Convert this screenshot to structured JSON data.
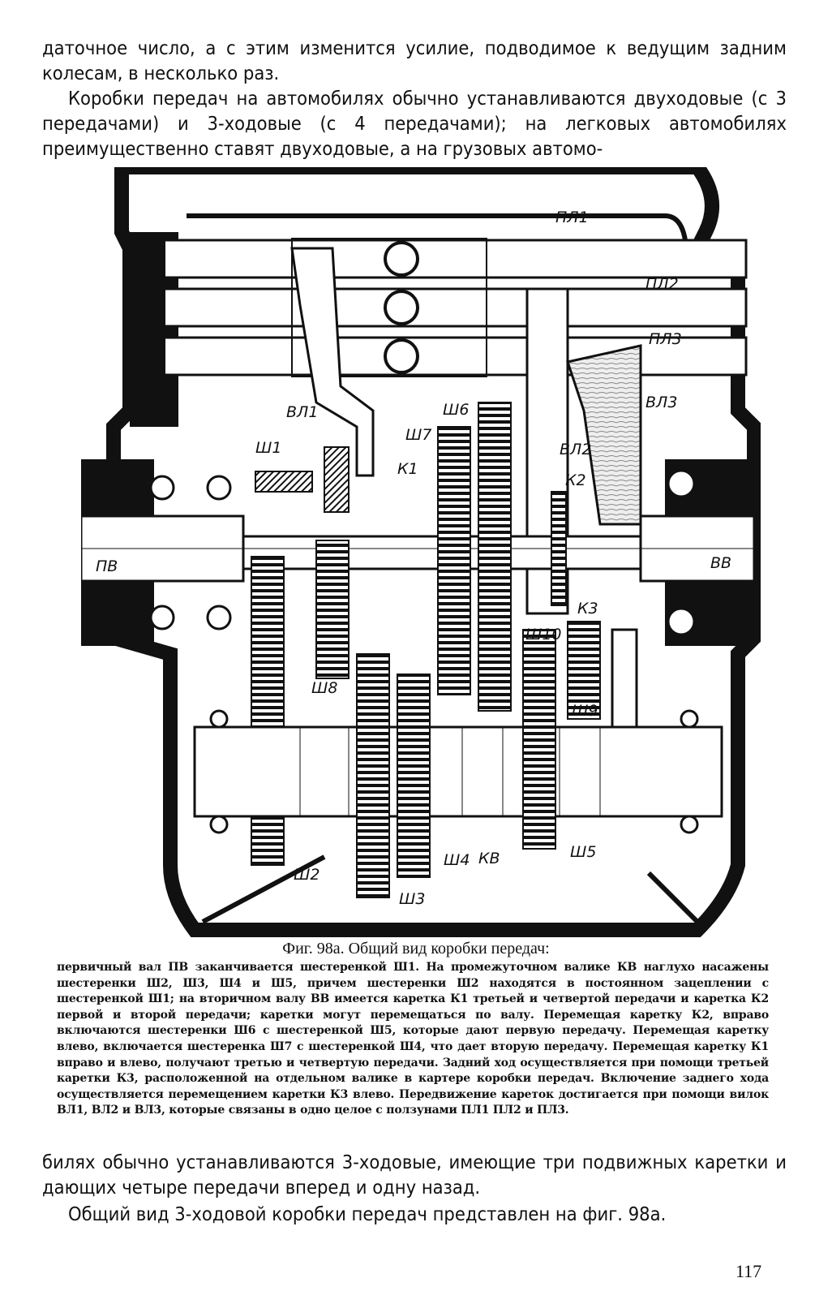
{
  "paragraphs": {
    "p1": "даточное число, а с этим изменится усилие, подводимое к ведущим задним колесам, в несколько раз.",
    "p2": "Коробки передач на автомобилях обычно устанавливаются двуходовые (с 3 передачами) и 3-ходовые (с 4 передачами); на легковых автомобилях преимущественно ставят двуходовые, а на грузовых автомо-",
    "p3": "билях обычно устанавливаются 3-ходовые, имеющие три подвижных каретки и дающих четыре передачи вперед и одну назад.",
    "p4": "Общий вид 3-ходовой коробки передач представлен на фиг. 98а."
  },
  "figure": {
    "labels": {
      "pl1": "ПЛ1",
      "pl2": "ПЛ2",
      "pl3": "ПЛ3",
      "vl1": "ВЛ1",
      "vl2": "ВЛ2",
      "vl3": "ВЛ3",
      "k1": "К1",
      "k2": "К2",
      "k3": "К3",
      "sh1": "Ш1",
      "sh2": "Ш2",
      "sh3": "Ш3",
      "sh4": "Ш4",
      "sh5": "Ш5",
      "sh6": "Ш6",
      "sh7": "Ш7",
      "sh8": "Ш8",
      "sh9": "Ш9",
      "sh10": "Ш10",
      "pv": "ПВ",
      "vv": "ВВ",
      "kv": "КВ"
    },
    "caption_title": "Фиг. 98а. Общий вид коробки передач:",
    "caption_text": "первичный вал ПВ заканчивается шестеренкой Ш1. На промежуточном валике КВ наглухо насажены шестеренки Ш2, Ш3, Ш4 и Ш5, причем шестеренки Ш2 находятся в постоянном зацеплении с шестеренкой Ш1; на вторичном валу ВВ имеется каретка К1 третьей и четвертой передачи и каретка К2 первой и второй передачи; каретки могут перемещаться по валу. Перемещая каретку К2, вправо включаются шестеренки Ш6 с шестеренкой Ш5, которые дают первую передачу. Перемещая каретку влево, включается шестеренка Ш7 с шестеренкой Ш4, что дает вторую передачу. Перемещая каретку К1 вправо и влево, получают третью и четвертую передачи. Задний ход осуществляется при помощи третьей каретки К3, расположенной на отдельном валике в картере коробки передач. Включение заднего хода осуществляется перемещением каретки К3 влево. Передвижение кареток достигается при помощи вилок ВЛ1, ВЛ2 и ВЛ3, которые связаны в одно целое с ползунами ПЛ1 ПЛ2 и ПЛ3."
  },
  "page_number": "117"
}
